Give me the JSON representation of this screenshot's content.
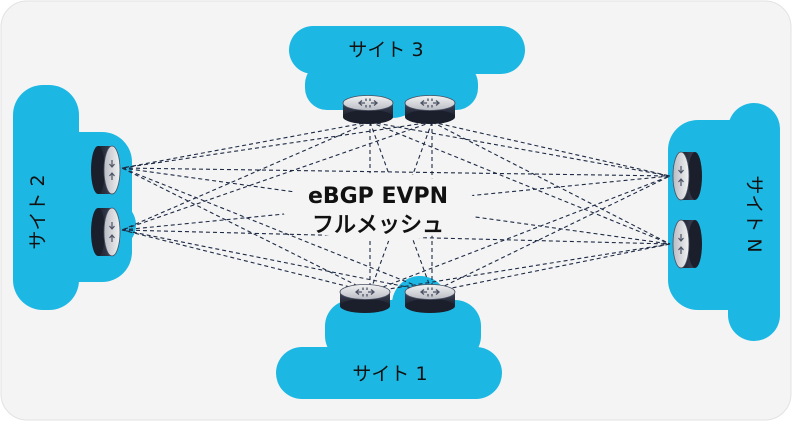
{
  "diagram": {
    "center_title": "eBGP EVPN",
    "center_subtitle": "フルメッシュ",
    "sites": {
      "site3": "サイト 3",
      "site2": "サイト 2",
      "siteN": "サイト N",
      "site1": "サイト 1"
    }
  },
  "colors": {
    "background": "#f4f4f4",
    "cloud": "#1cb8e3",
    "router": "#2e3447",
    "mesh_line": "#1e2b45"
  }
}
